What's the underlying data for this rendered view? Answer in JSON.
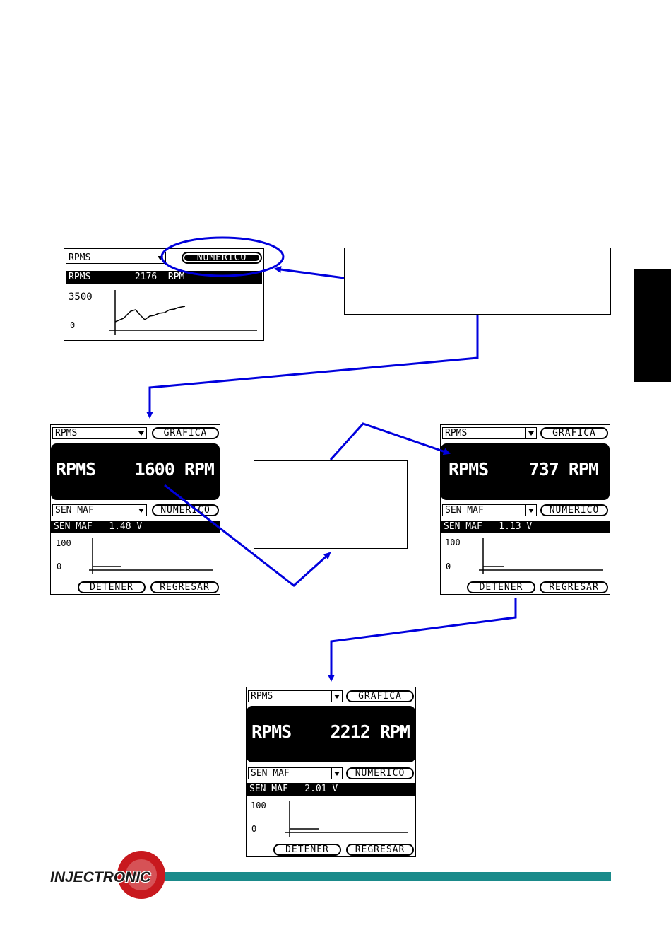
{
  "screens": {
    "top": {
      "dropdown": "RPMS",
      "button": "NUMERICO",
      "bar": "RPMS        2176  RPM",
      "ymax": "3500",
      "ymin": "0"
    },
    "left": {
      "dropdown": "RPMS",
      "button": "GRAFICA",
      "big_label": "RPMS",
      "big_value": "1600 RPM",
      "dropdown2": "SEN MAF",
      "button2": "NUMERICO",
      "bar": "SEN MAF   1.48 V",
      "ymax": "100",
      "ymin": "0",
      "stop": "DETENER",
      "back": "REGRESAR"
    },
    "right": {
      "dropdown": "RPMS",
      "button": "GRAFICA",
      "big_label": "RPMS",
      "big_value": "737 RPM",
      "dropdown2": "SEN MAF",
      "button2": "NUMERICO",
      "bar": "SEN MAF   1.13 V",
      "ymax": "100",
      "ymin": "0",
      "stop": "DETENER",
      "back": "REGRESAR"
    },
    "bottom": {
      "dropdown": "RPMS",
      "button": "GRAFICA",
      "big_label": "RPMS",
      "big_value": "2212 RPM",
      "dropdown2": "SEN MAF",
      "button2": "NUMERICO",
      "bar": "SEN MAF   2.01 V",
      "ymax": "100",
      "ymin": "0",
      "stop": "DETENER",
      "back": "REGRESAR"
    }
  },
  "logo": {
    "text": "INJECTRONIC"
  },
  "colors": {
    "arrow": "#0000dd",
    "accent_line": "#1a8a8a",
    "logo_red": "#c8191e",
    "side_tab": "#000000"
  }
}
